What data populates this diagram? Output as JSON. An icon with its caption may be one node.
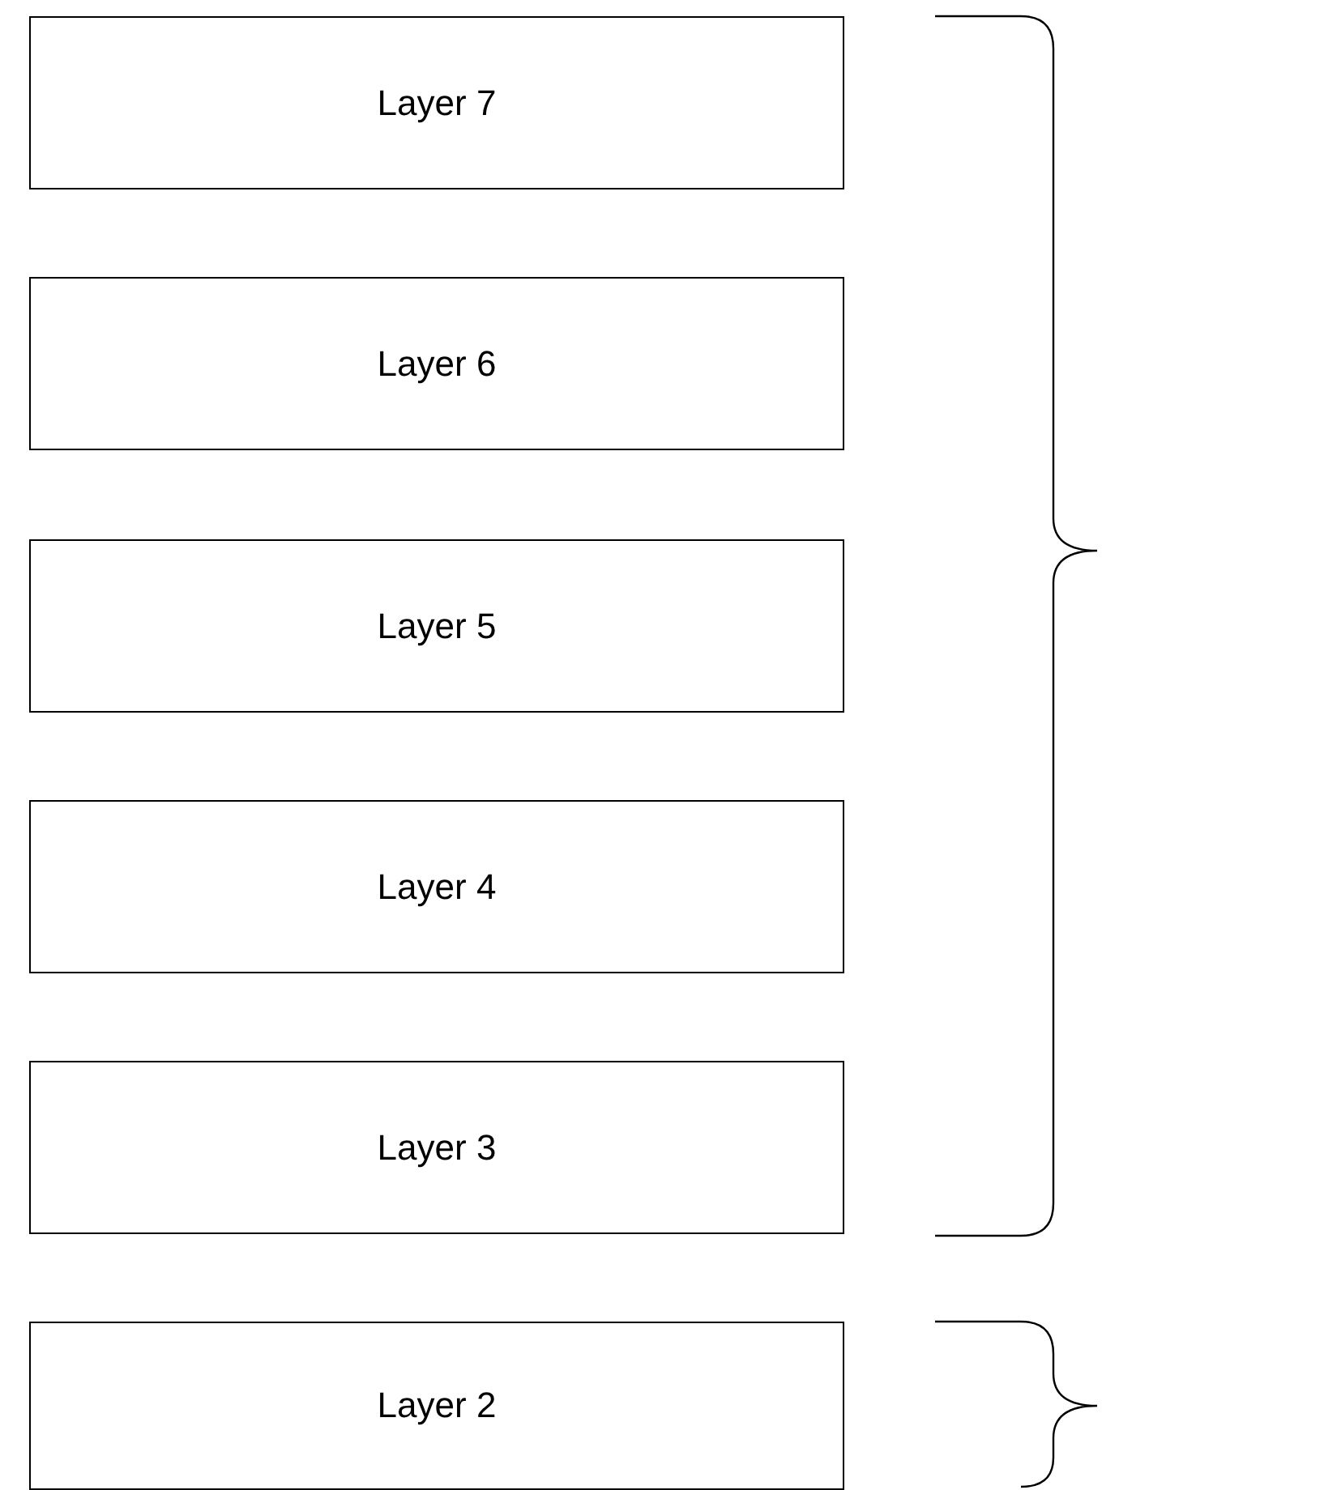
{
  "diagram": {
    "nodes": [
      {
        "text": [
          "Layer 7"
        ]
      },
      {
        "text": [
          "Layer 6"
        ]
      },
      {
        "text": [
          "Layer 5"
        ]
      },
      {
        "text": [
          "Layer 4"
        ]
      },
      {
        "text": [
          "Layer 3"
        ]
      },
      {
        "text": [
          "Layer 2"
        ]
      }
    ]
  }
}
